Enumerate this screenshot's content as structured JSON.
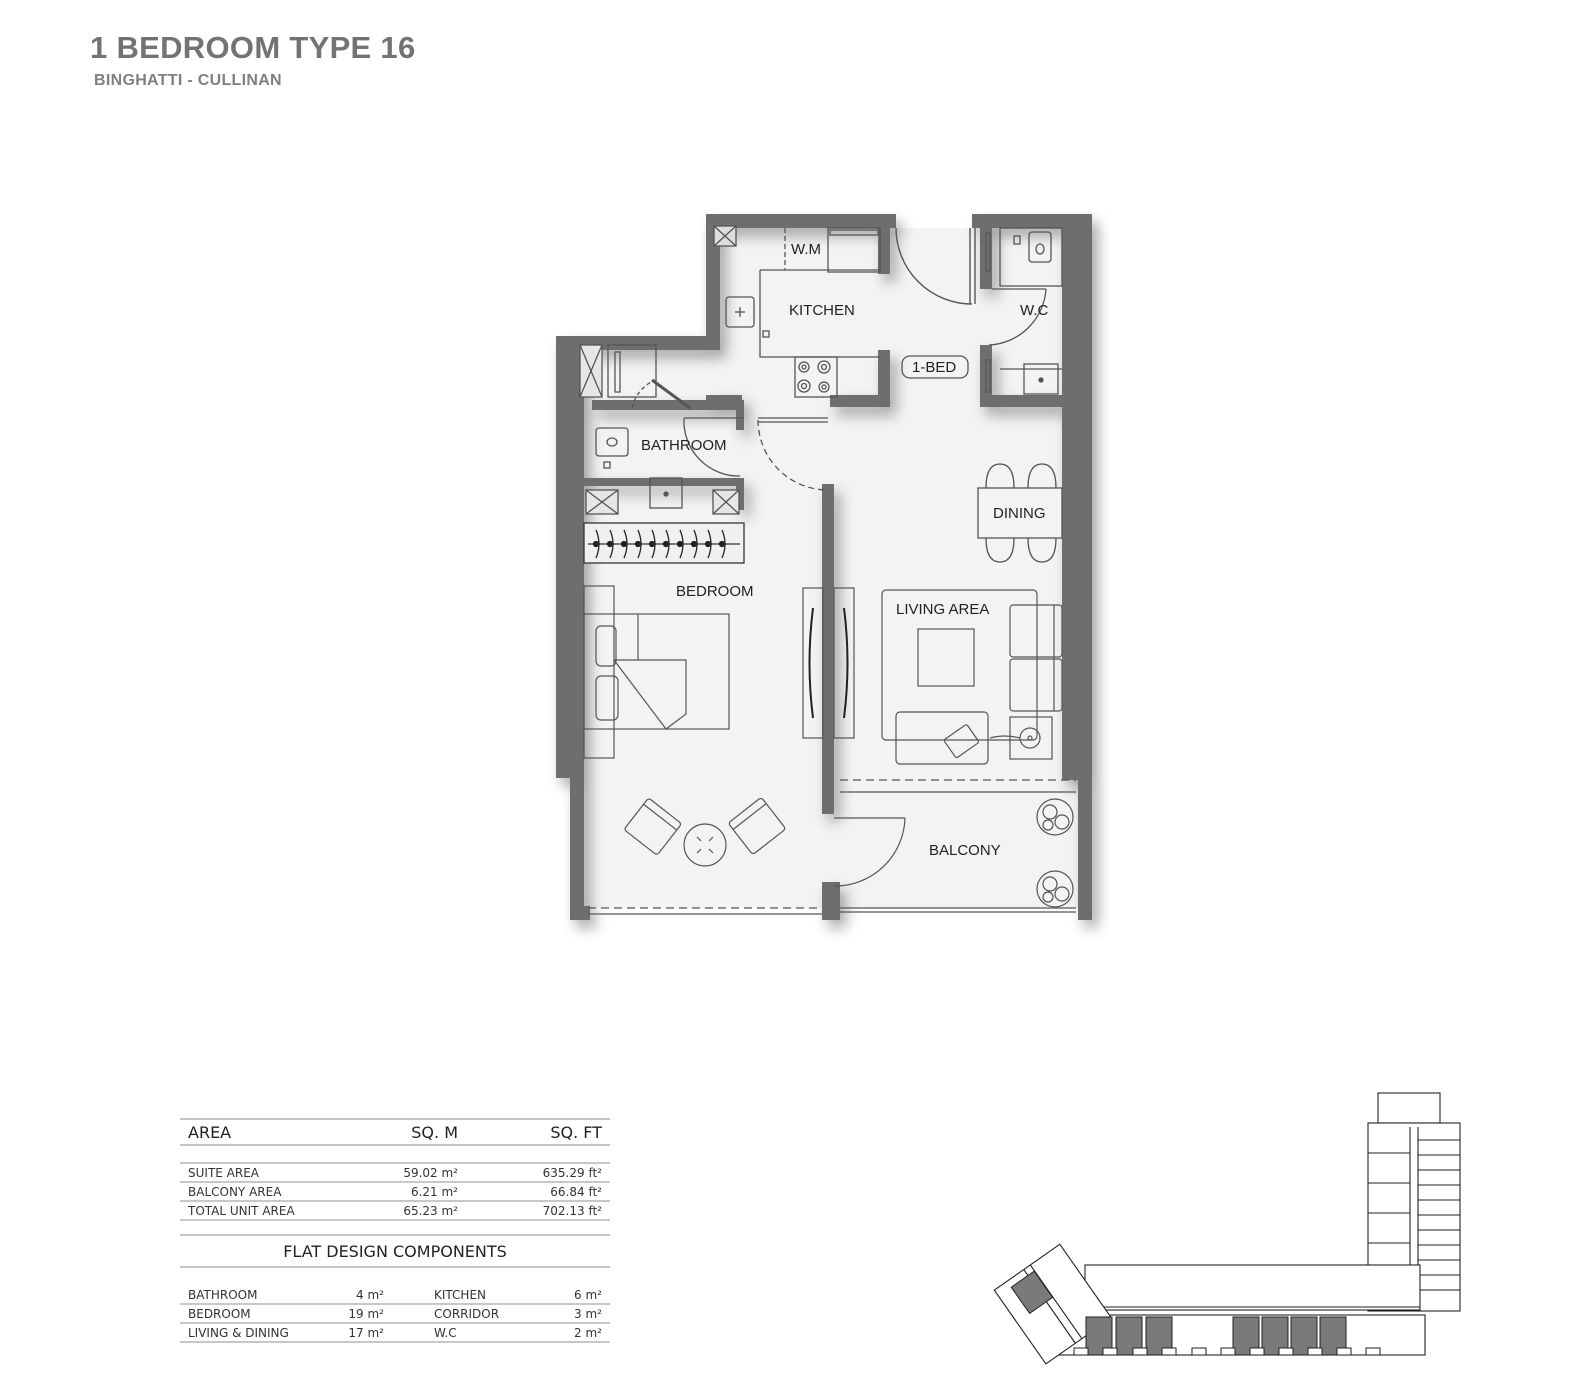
{
  "header": {
    "title": "1 BEDROOM TYPE 16",
    "subtitle": "BINGHATTI - CULLINAN"
  },
  "floor_plan": {
    "wall_color": "#6e6e6e",
    "floor_color": "#f3f3f1",
    "rooms": {
      "wm": "W.M",
      "kitchen": "KITCHEN",
      "wc": "W.C",
      "unit_tag": "1-BED",
      "bathroom": "BATHROOM",
      "dining": "DINING",
      "bedroom": "BEDROOM",
      "living_area": "LIVING AREA",
      "balcony": "BALCONY"
    }
  },
  "area_table": {
    "headers": {
      "area": "AREA",
      "sqm": "SQ. M",
      "sqft": "SQ. FT"
    },
    "rows": [
      {
        "label": "SUITE AREA",
        "sqm": "59.02 m²",
        "sqft": "635.29 ft²"
      },
      {
        "label": "BALCONY AREA",
        "sqm": "6.21 m²",
        "sqft": "66.84 ft²"
      },
      {
        "label": "TOTAL UNIT AREA",
        "sqm": "65.23 m²",
        "sqft": "702.13 ft²"
      }
    ]
  },
  "components_table": {
    "title": "FLAT DESIGN COMPONENTS",
    "rows": [
      {
        "a_label": "BATHROOM",
        "a_value": "4 m²",
        "b_label": "KITCHEN",
        "b_value": "6 m²"
      },
      {
        "a_label": "BEDROOM",
        "a_value": "19 m²",
        "b_label": "CORRIDOR",
        "b_value": "3 m²"
      },
      {
        "a_label": "LIVING & DINING",
        "a_value": "17 m²",
        "b_label": "W.C",
        "b_value": "2 m²"
      }
    ]
  },
  "key_plan": {
    "highlight_color": "#7a7a7a"
  }
}
